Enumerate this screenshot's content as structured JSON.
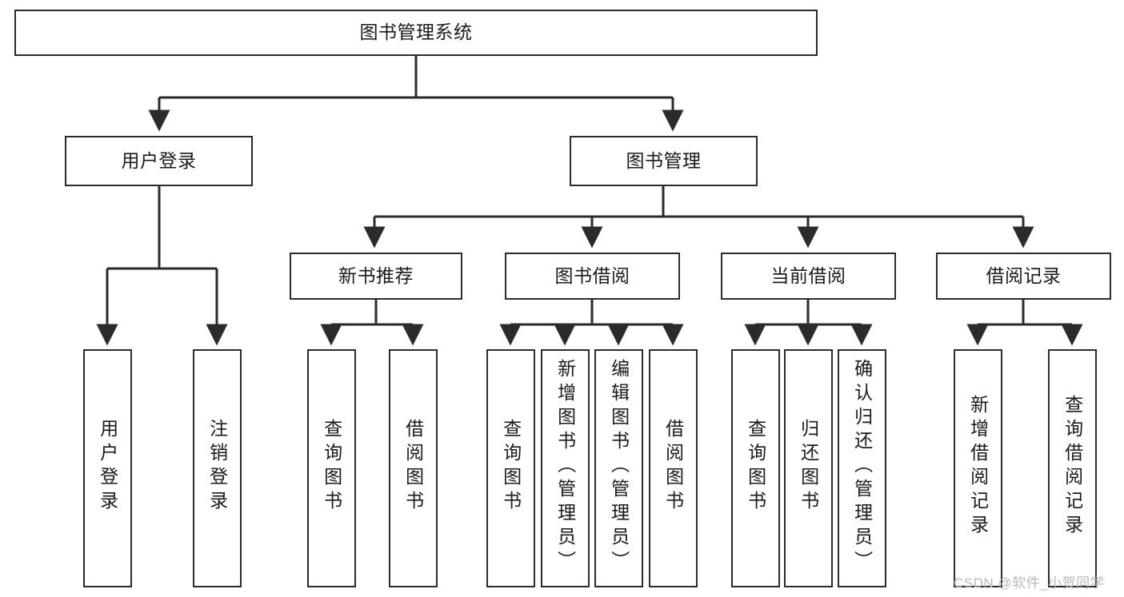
{
  "diagram": {
    "title": "图书管理系统",
    "type": "tree",
    "colors": {
      "stroke": "#2b2b2b",
      "fill": "#ffffff",
      "text": "#1a1a1a",
      "watermark": "#b9b9b9"
    },
    "levels": {
      "root": {
        "label": "图书管理系统"
      },
      "level2": [
        {
          "label": "用户登录"
        },
        {
          "label": "图书管理"
        }
      ],
      "level3": [
        {
          "label": "新书推荐"
        },
        {
          "label": "图书借阅"
        },
        {
          "label": "当前借阅"
        },
        {
          "label": "借阅记录"
        }
      ],
      "leaves": {
        "user_login": [
          {
            "label": "用户登录"
          },
          {
            "label": "注销登录"
          }
        ],
        "new_book": [
          {
            "label": "查询图书"
          },
          {
            "label": "借阅图书"
          }
        ],
        "book_borrow": [
          {
            "label": "查询图书"
          },
          {
            "label": "新增图书（管理员）"
          },
          {
            "label": "编辑图书（管理员）"
          },
          {
            "label": "借阅图书"
          }
        ],
        "current_borrow": [
          {
            "label": "查询图书"
          },
          {
            "label": "归还图书"
          },
          {
            "label": "确认归还（管理员）"
          }
        ],
        "borrow_record": [
          {
            "label": "新增借阅记录"
          },
          {
            "label": "查询借阅记录"
          }
        ]
      }
    },
    "watermark": "CSDN @软件_小贺同学"
  }
}
